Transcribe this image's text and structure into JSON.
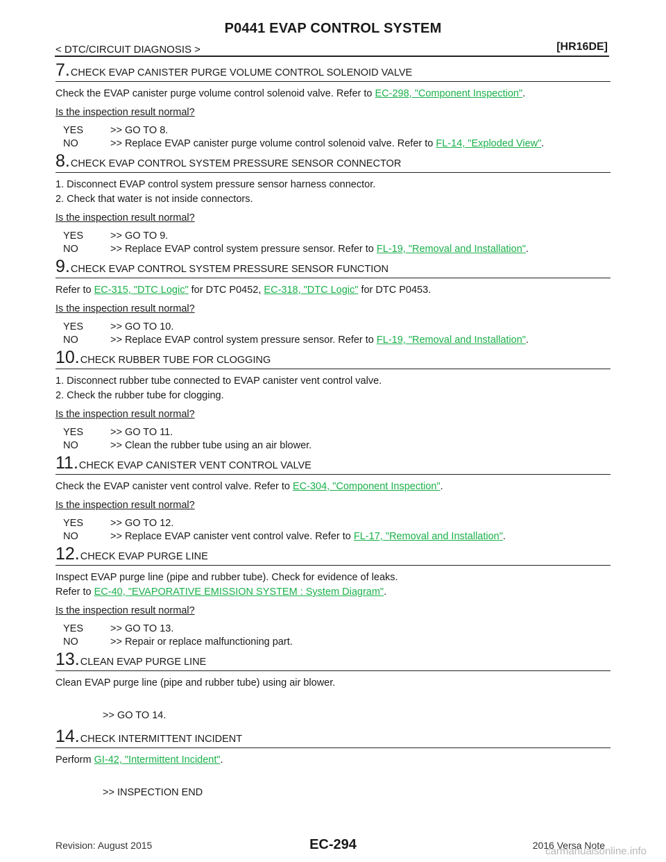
{
  "header": {
    "title": "P0441 EVAP CONTROL SYSTEM",
    "breadcrumb": "< DTC/CIRCUIT DIAGNOSIS >",
    "engine_code": "[HR16DE]"
  },
  "steps": [
    {
      "num": "7.",
      "title": "CHECK EVAP CANISTER PURGE VOLUME CONTROL SOLENOID VALVE",
      "text": "Check the EVAP canister purge volume control solenoid valve. Refer to ",
      "link": "EC-298, \"Component Inspection\"",
      "text_end": ".",
      "question": "Is the inspection result normal?",
      "yes": ">> GO TO 8.",
      "no_text": ">> Replace EVAP canister purge volume control solenoid valve. Refer to ",
      "no_link": "FL-14, \"Exploded View\"",
      "no_end": "."
    },
    {
      "num": "8.",
      "title": "CHECK EVAP CONTROL SYSTEM PRESSURE SENSOR CONNECTOR",
      "line1": "1.   Disconnect EVAP control system pressure sensor harness connector.",
      "line2": "2.   Check that water is not inside connectors.",
      "question": "Is the inspection result normal?",
      "yes": ">> GO TO 9.",
      "no_text": ">> Replace EVAP control system pressure sensor. Refer to ",
      "no_link": "FL-19, \"Removal and Installation\"",
      "no_end": "."
    },
    {
      "num": "9.",
      "title": "CHECK EVAP CONTROL SYSTEM PRESSURE SENSOR FUNCTION",
      "text": "Refer to ",
      "link": "EC-315, \"DTC Logic\"",
      "text_mid": " for DTC P0452, ",
      "link2": "EC-318, \"DTC Logic\"",
      "text_end": " for DTC P0453.",
      "question": "Is the inspection result normal?",
      "yes": ">> GO TO 10.",
      "no_text": ">> Replace EVAP control system pressure sensor. Refer to ",
      "no_link": "FL-19, \"Removal and Installation\"",
      "no_end": "."
    },
    {
      "num": "10.",
      "title": "CHECK RUBBER TUBE FOR CLOGGING",
      "line1": "1.   Disconnect rubber tube connected to EVAP canister vent control valve.",
      "line2": "2.   Check the rubber tube for clogging.",
      "question": "Is the inspection result normal?",
      "yes": ">> GO TO 11.",
      "no_text": ">> Clean the rubber tube using an air blower."
    },
    {
      "num": "11.",
      "title": "CHECK EVAP CANISTER VENT CONTROL VALVE",
      "text": "Check the EVAP canister vent control valve. Refer to ",
      "link": "EC-304, \"Component Inspection\"",
      "text_end": ".",
      "question": "Is the inspection result normal?",
      "yes": ">> GO TO 12.",
      "no_text": ">> Replace EVAP canister vent control valve. Refer to ",
      "no_link": "FL-17, \"Removal and Installation\"",
      "no_end": "."
    },
    {
      "num": "12.",
      "title": "CHECK EVAP PURGE LINE",
      "line1": "Inspect EVAP purge line (pipe and rubber tube). Check for evidence of leaks.",
      "text": "Refer to ",
      "link": "EC-40, \"EVAPORATIVE EMISSION SYSTEM : System Diagram\"",
      "text_end": ".",
      "question": "Is the inspection result normal?",
      "yes": ">> GO TO 13.",
      "no_text": ">> Repair or replace malfunctioning part."
    },
    {
      "num": "13.",
      "title": "CLEAN EVAP PURGE LINE",
      "text": "Clean EVAP purge line (pipe and rubber tube) using air blower.",
      "goto": ">> GO TO 14."
    },
    {
      "num": "14.",
      "title": "CHECK INTERMITTENT INCIDENT",
      "text": "Perform ",
      "link": "GI-42, \"Intermittent Incident\"",
      "text_end": ".",
      "goto": ">> INSPECTION END"
    }
  ],
  "labels": {
    "yes": "YES",
    "no": "NO"
  },
  "footer": {
    "revision": "Revision: August 2015",
    "page": "EC-294",
    "model": "2016 Versa Note",
    "watermark": "carmanualsonline.info"
  },
  "colors": {
    "link": "#1ab14a",
    "rule": "#222222"
  }
}
